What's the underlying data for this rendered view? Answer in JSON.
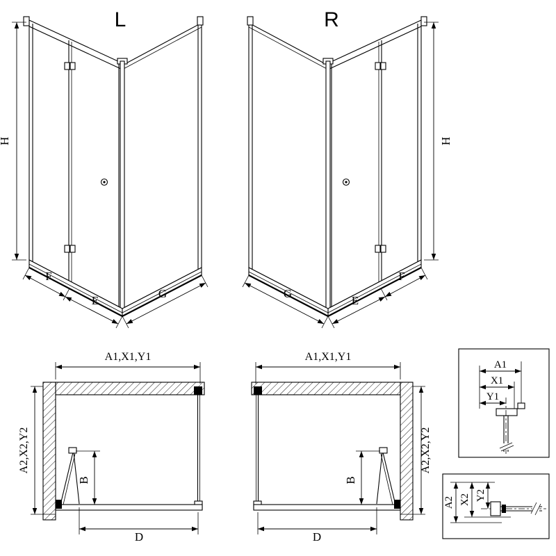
{
  "colors": {
    "background": "#ffffff",
    "line": "#000000"
  },
  "views": {
    "front_left": {
      "label": "L",
      "height": "H",
      "front_fixed": "F",
      "front_door": "E",
      "side": "G"
    },
    "front_right": {
      "label": "R",
      "height": "H",
      "front_fixed": "F",
      "front_door": "E",
      "side": "G"
    },
    "plan_left": {
      "width": "A1,X1,Y1",
      "depth": "A2,X2,Y2",
      "fold": "B",
      "entry": "D"
    },
    "plan_right": {
      "width": "A1,X1,Y1",
      "depth": "A2,X2,Y2",
      "fold": "B",
      "entry": "D"
    },
    "detail_top": {
      "a": "A1",
      "x": "X1",
      "y": "Y1"
    },
    "detail_bottom": {
      "a": "A2",
      "x": "X2",
      "y": "Y2"
    }
  }
}
